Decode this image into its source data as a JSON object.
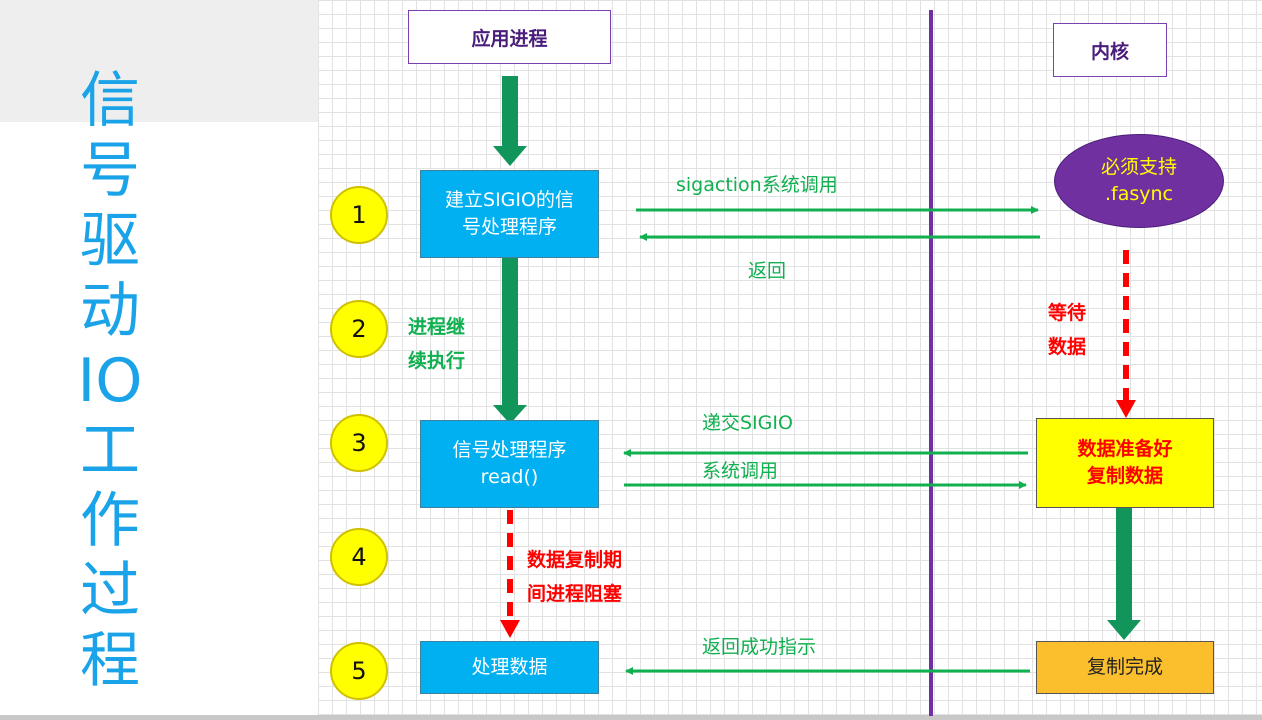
{
  "title_chars": [
    "信",
    "号",
    "驱",
    "动",
    "IO",
    "工",
    "作",
    "过",
    "程"
  ],
  "headers": {
    "app": "应用进程",
    "kernel": "内核"
  },
  "boxes": {
    "setup_line1": "建立SIGIO的信",
    "setup_line2": "号处理程序",
    "handler_line1": "信号处理程序",
    "handler_line2": "read()",
    "process": "处理数据",
    "ready_line1": "数据准备好",
    "ready_line2": "复制数据",
    "done": "复制完成",
    "fasync_line1": "必须支持",
    "fasync_line2": ".fasync"
  },
  "steps": [
    "1",
    "2",
    "3",
    "4",
    "5"
  ],
  "labels": {
    "sigaction": "sigaction系统调用",
    "return": "返回",
    "deliver": "递交SIGIO",
    "syscall": "系统调用",
    "success": "返回成功指示",
    "continue_line1": "进程继",
    "continue_line2": "续执行",
    "wait_line1": "等待",
    "wait_line2": "数据",
    "block_line1": "数据复制期",
    "block_line2": "间进程阻塞"
  },
  "colors": {
    "title": "#1aa3e8",
    "blue_box": "#00b0f0",
    "yellow": "#ffff00",
    "orange": "#fbbf2d",
    "purple": "#7030a0",
    "green": "#10b050",
    "dark_green": "#12955a",
    "red": "#ff0000"
  }
}
